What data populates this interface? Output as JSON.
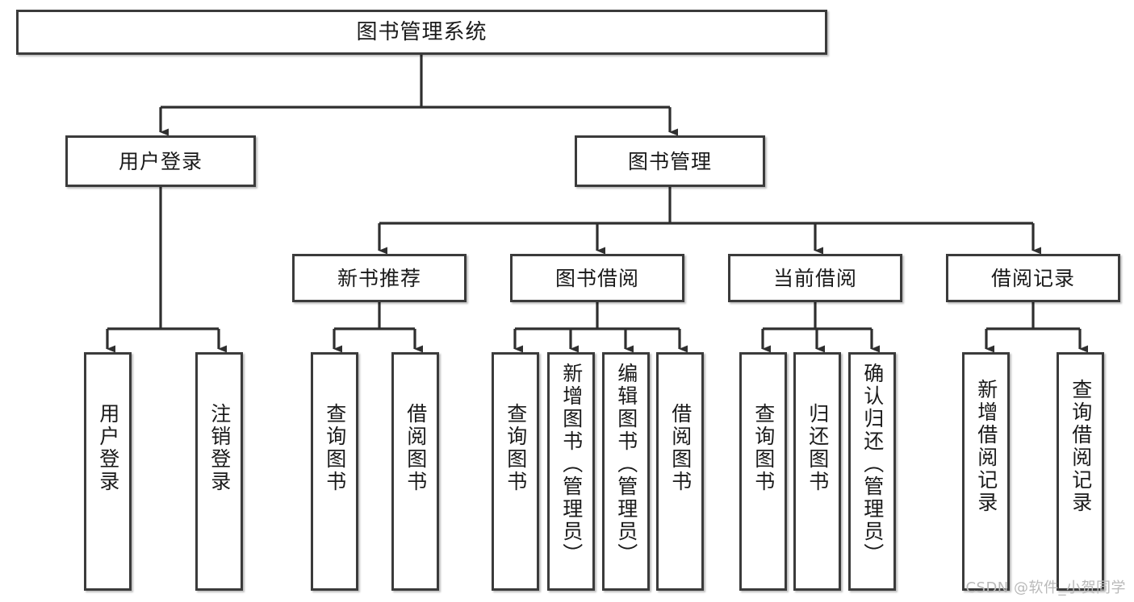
{
  "diagram": {
    "title": "图书管理系统",
    "type": "hierarchy-tree",
    "colors": {
      "box_border": "#3b3b3b",
      "box_fill": "#ffffff",
      "connector": "#2f2f2f",
      "text": "#1a1a1a",
      "watermark": "#b9b9b9"
    },
    "levels": {
      "root": {
        "label": "图书管理系统"
      },
      "level2": [
        {
          "id": "user-login",
          "label": "用户登录"
        },
        {
          "id": "book-management",
          "label": "图书管理"
        }
      ],
      "level3": [
        {
          "id": "new-book-recommend",
          "label": "新书推荐"
        },
        {
          "id": "book-borrow",
          "label": "图书借阅"
        },
        {
          "id": "current-borrow",
          "label": "当前借阅"
        },
        {
          "id": "borrow-record",
          "label": "借阅记录"
        }
      ],
      "level4": [
        {
          "id": "leaf-user-login",
          "label": "用户登录",
          "parent": "user-login"
        },
        {
          "id": "leaf-logout",
          "label": "注销登录",
          "parent": "user-login"
        },
        {
          "id": "leaf-query-book-1",
          "label": "查询图书",
          "parent": "new-book-recommend"
        },
        {
          "id": "leaf-borrow-book-1",
          "label": "借阅图书",
          "parent": "new-book-recommend"
        },
        {
          "id": "leaf-query-book-2",
          "label": "查询图书",
          "parent": "book-borrow"
        },
        {
          "id": "leaf-add-book",
          "label": "新增图书（管理员）",
          "parent": "book-borrow"
        },
        {
          "id": "leaf-edit-book",
          "label": "编辑图书（管理员）",
          "parent": "book-borrow"
        },
        {
          "id": "leaf-borrow-book-2",
          "label": "借阅图书",
          "parent": "book-borrow"
        },
        {
          "id": "leaf-query-book-3",
          "label": "查询图书",
          "parent": "current-borrow"
        },
        {
          "id": "leaf-return-book",
          "label": "归还图书",
          "parent": "current-borrow"
        },
        {
          "id": "leaf-confirm-return",
          "label": "确认归还（管理员）",
          "parent": "current-borrow"
        },
        {
          "id": "leaf-add-record",
          "label": "新增借阅记录",
          "parent": "borrow-record"
        },
        {
          "id": "leaf-query-record",
          "label": "查询借阅记录",
          "parent": "borrow-record"
        }
      ]
    },
    "watermark": "CSDN @软件_小贺同学"
  }
}
